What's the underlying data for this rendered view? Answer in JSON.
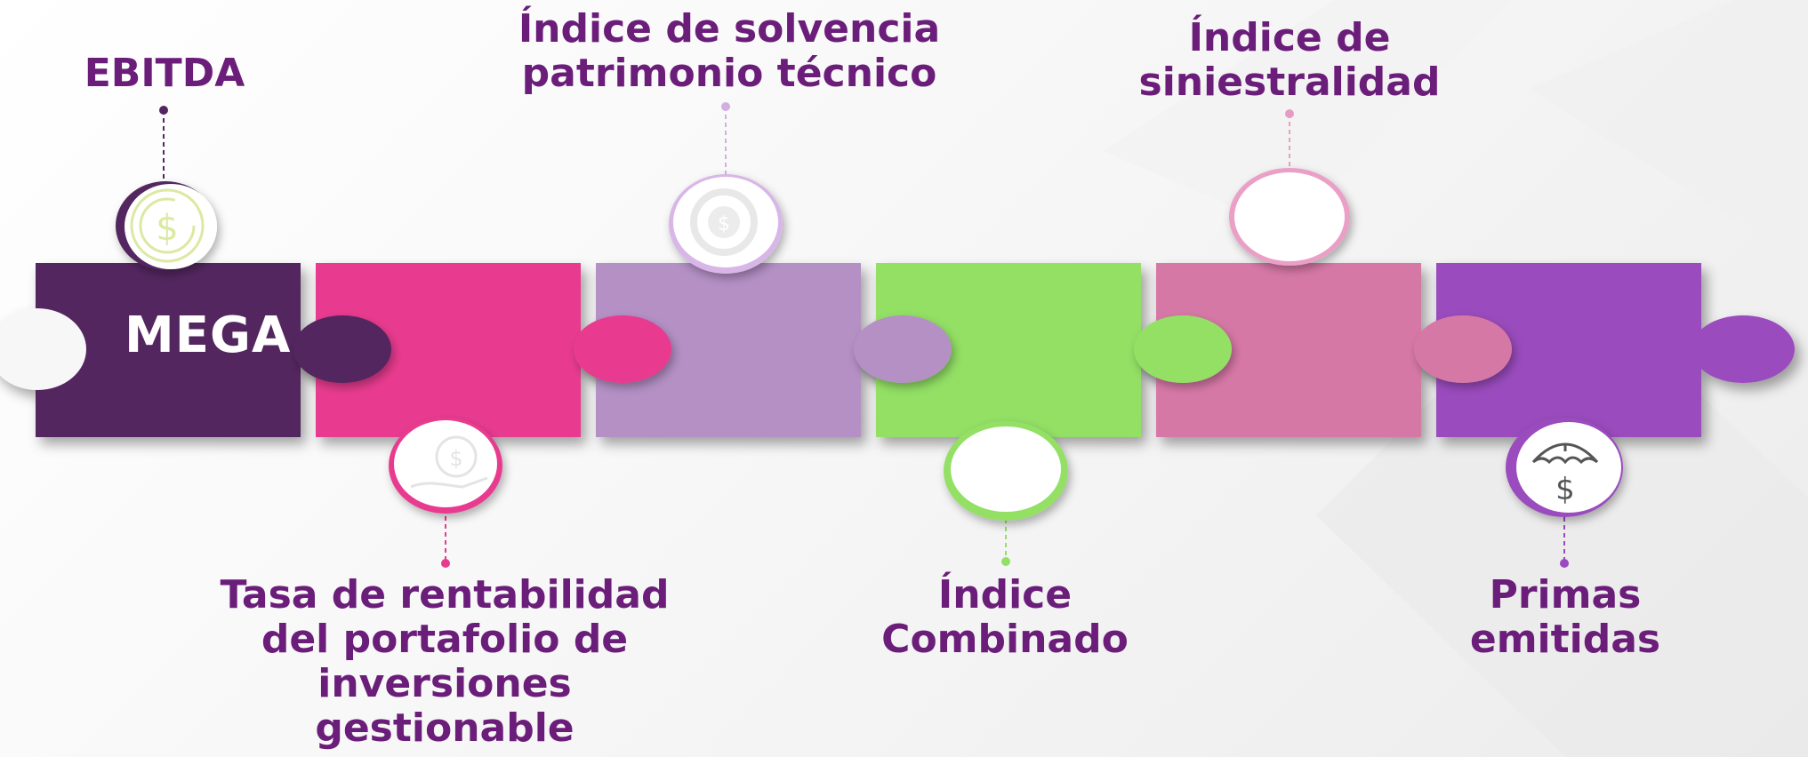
{
  "center": {
    "label": "MEGA"
  },
  "colors": {
    "title": "#6b1d7a",
    "pieces": [
      "#53265f",
      "#e83b8f",
      "#b490c5",
      "#93e065",
      "#d678a6",
      "#9a4bbd"
    ]
  },
  "labels": {
    "ebitda": {
      "lines": [
        "EBITDA"
      ]
    },
    "solvencia": {
      "lines": [
        "Índice de solvencia",
        "patrimonio técnico"
      ]
    },
    "siniestralidad": {
      "lines": [
        "Índice de",
        "siniestralidad"
      ]
    },
    "rentabilidad": {
      "lines": [
        "Tasa de rentabilidad",
        "del portafolio de",
        "inversiones",
        "gestionable"
      ]
    },
    "combinado": {
      "lines": [
        "Índice",
        "Combinado"
      ]
    },
    "primas": {
      "lines": [
        "Primas",
        "emitidas"
      ]
    }
  },
  "nodes": [
    {
      "key": "ebitda",
      "icon": "coin-dollar-icon"
    },
    {
      "key": "rentabilidad",
      "icon": "money-bag-hand-icon"
    },
    {
      "key": "solvencia",
      "icon": "pie-chart-dollar-icon"
    },
    {
      "key": "combinado",
      "icon": "blank-circle-icon"
    },
    {
      "key": "siniestralidad",
      "icon": "blank-circle-icon"
    },
    {
      "key": "primas",
      "icon": "umbrella-dollar-icon"
    }
  ]
}
